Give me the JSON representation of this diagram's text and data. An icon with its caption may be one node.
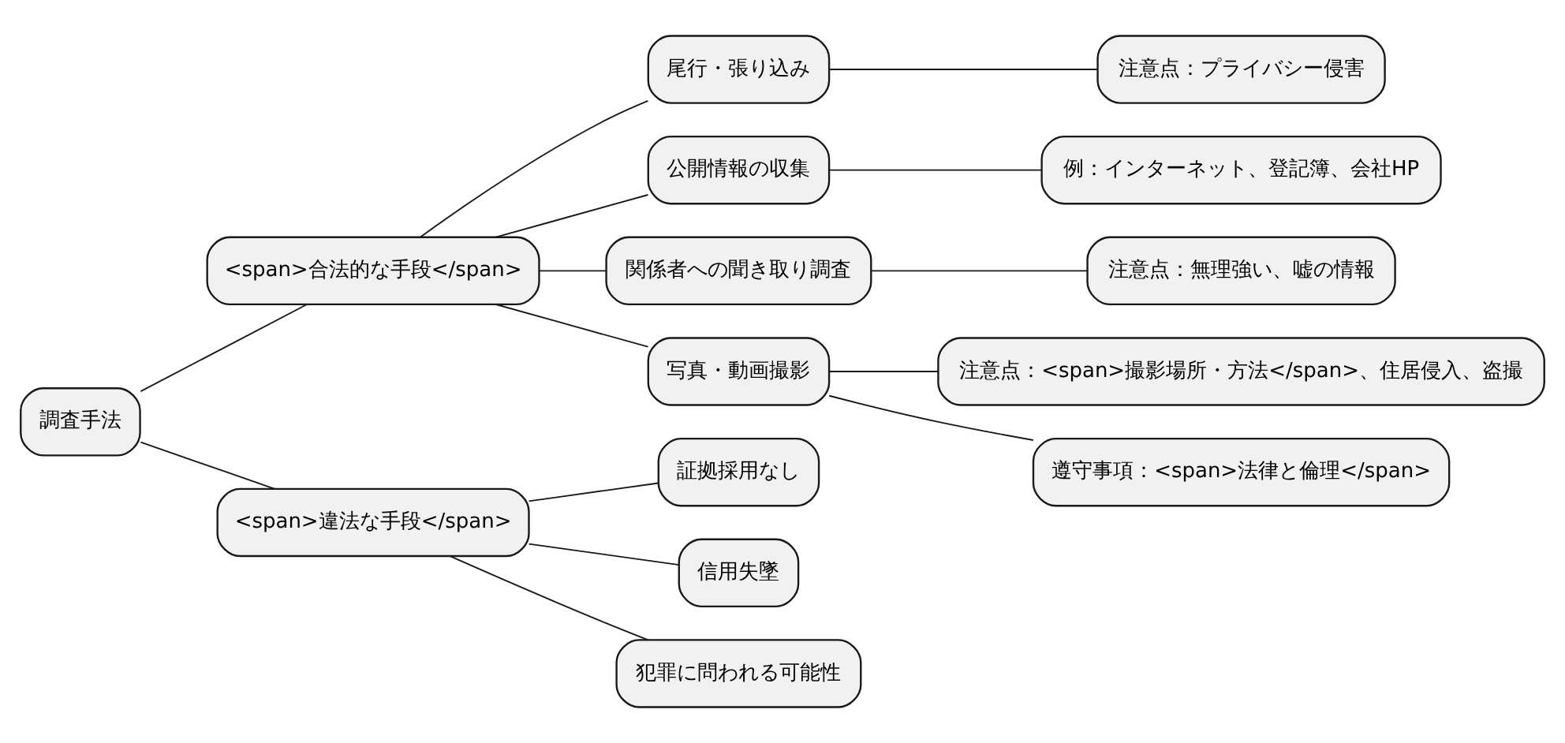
{
  "diagram": {
    "nodes": [
      {
        "text": [
          "調査手法"
        ]
      },
      {
        "text": [
          "<span>合法的な手段</span>"
        ]
      },
      {
        "text": [
          "尾行・張り込み"
        ]
      },
      {
        "text": [
          "注意点：プライバシー侵害"
        ]
      },
      {
        "text": [
          "公開情報の収集"
        ]
      },
      {
        "text": [
          "例：インターネット、登記簿、会社HP"
        ]
      },
      {
        "text": [
          "関係者への聞き取り調査"
        ]
      },
      {
        "text": [
          "注意点：無理強い、嘘の情報"
        ]
      },
      {
        "text": [
          "写真・動画撮影"
        ]
      },
      {
        "text": [
          "注意点：<span>撮影場所・方法</span>、住居侵入、盗撮"
        ]
      },
      {
        "text": [
          "遵守事項：<span>法律と倫理</span>"
        ]
      },
      {
        "text": [
          "<span>違法な手段</span>"
        ]
      },
      {
        "text": [
          "証拠採用なし"
        ]
      },
      {
        "text": [
          "信用失墜"
        ]
      },
      {
        "text": [
          "犯罪に問われる可能性"
        ]
      }
    ],
    "edges": [
      {
        "from": 0,
        "to": 1,
        "arrow": "none"
      },
      {
        "from": 1,
        "to": 2,
        "arrow": "none"
      },
      {
        "from": 2,
        "to": 3,
        "arrow": "none"
      },
      {
        "from": 1,
        "to": 4,
        "arrow": "none"
      },
      {
        "from": 4,
        "to": 5,
        "arrow": "none"
      },
      {
        "from": 1,
        "to": 6,
        "arrow": "none"
      },
      {
        "from": 6,
        "to": 7,
        "arrow": "none"
      },
      {
        "from": 1,
        "to": 8,
        "arrow": "none"
      },
      {
        "from": 8,
        "to": 9,
        "arrow": "none"
      },
      {
        "from": 8,
        "to": 10,
        "arrow": "none"
      },
      {
        "from": 0,
        "to": 11,
        "arrow": "none"
      },
      {
        "from": 11,
        "to": 12,
        "arrow": "none"
      },
      {
        "from": 11,
        "to": 13,
        "arrow": "none"
      },
      {
        "from": 11,
        "to": 14,
        "arrow": "none"
      }
    ]
  }
}
